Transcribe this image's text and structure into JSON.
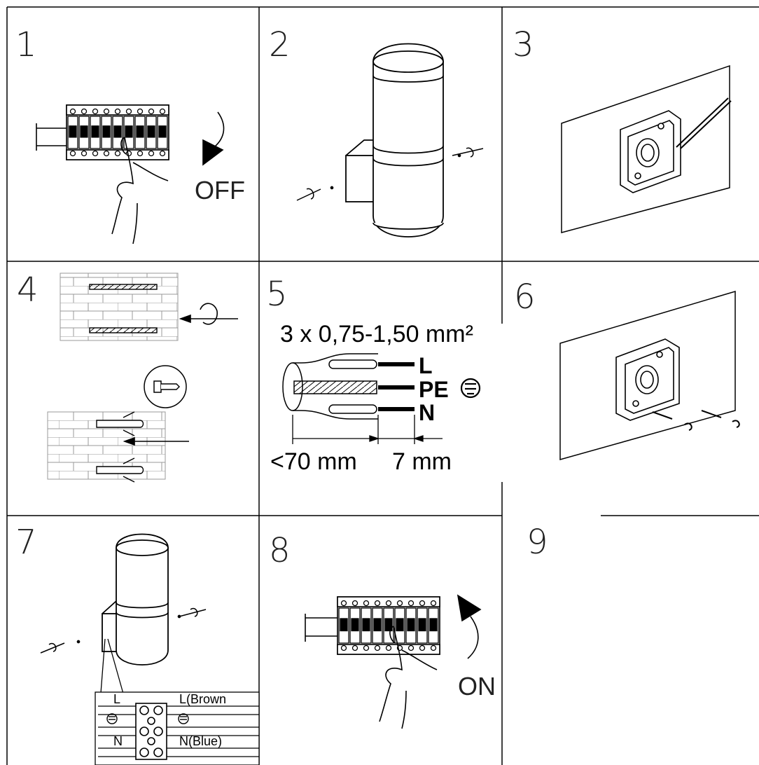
{
  "steps": [
    {
      "number": "1",
      "label": "OFF"
    },
    {
      "number": "2"
    },
    {
      "number": "3"
    },
    {
      "number": "4"
    },
    {
      "number": "5",
      "cable_spec": "3 x 0,75-1,50 mm²",
      "wire_labels": [
        "L",
        "PE",
        "N"
      ],
      "strip_length_outer": "<70 mm",
      "strip_length_inner": "7 mm"
    },
    {
      "number": "6"
    },
    {
      "number": "7",
      "terminal_left": [
        "L",
        "N"
      ],
      "terminal_right": [
        "L(Brown",
        "N(Blue)"
      ]
    },
    {
      "number": "8",
      "label": "ON"
    },
    {
      "number": "9"
    }
  ],
  "icons": [
    "breaker-panel-icon",
    "hand-icon",
    "arrow-icon",
    "wall-lamp-icon",
    "screw-icon",
    "mounting-plate-icon",
    "pencil-icon",
    "brick-wall-icon",
    "drill-bit-icon",
    "wall-plug-icon",
    "cable-icon",
    "earth-symbol-icon",
    "terminal-block-icon"
  ]
}
